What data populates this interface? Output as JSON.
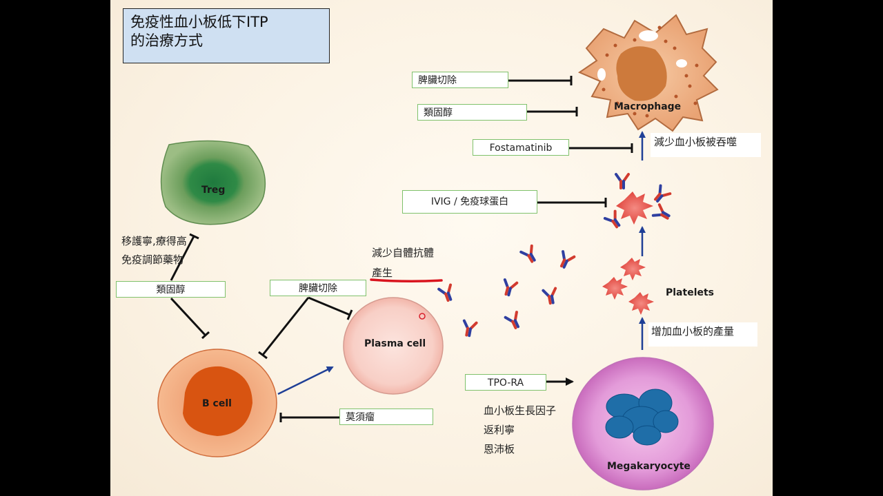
{
  "title": {
    "line1": "免疫性血小板低下ITP",
    "line2": "的治療方式"
  },
  "cells": {
    "macrophage": "Macrophage",
    "treg": "Treg",
    "plasma_cell": "Plasma cell",
    "b_cell": "B cell",
    "platelets": "Platelets",
    "megakaryocyte": "Megakaryocyte"
  },
  "treatments": {
    "splenectomy_top": "脾臟切除",
    "steroid_top": "類固醇",
    "fostamatinib": "Fostamatinib",
    "ivig": "IVIG / 免疫球蛋白",
    "steroid_left": "類固醇",
    "splenectomy_mid": "脾臟切除",
    "rituximab": "莫須瘤",
    "tpo_ra": "TPO-RA"
  },
  "notes": {
    "reduce_phagocytosis": "減少血小板被吞噬",
    "reduce_autoantibody_1": "減少自體抗體",
    "reduce_autoantibody_2": "產生",
    "increase_platelet": "增加血小板的產量",
    "immunomodulator_1": "移護寧,療得高",
    "immunomodulator_2": "免疫調節藥物",
    "tpo_1": "血小板生長因子",
    "tpo_2": "返利寧",
    "tpo_3": "恩沛板"
  },
  "colors": {
    "underline_red": "#d9141e",
    "arrow_blue": "#1f3f96",
    "box_border_green": "#7fc16b",
    "title_bg": "#cfe0f2"
  }
}
